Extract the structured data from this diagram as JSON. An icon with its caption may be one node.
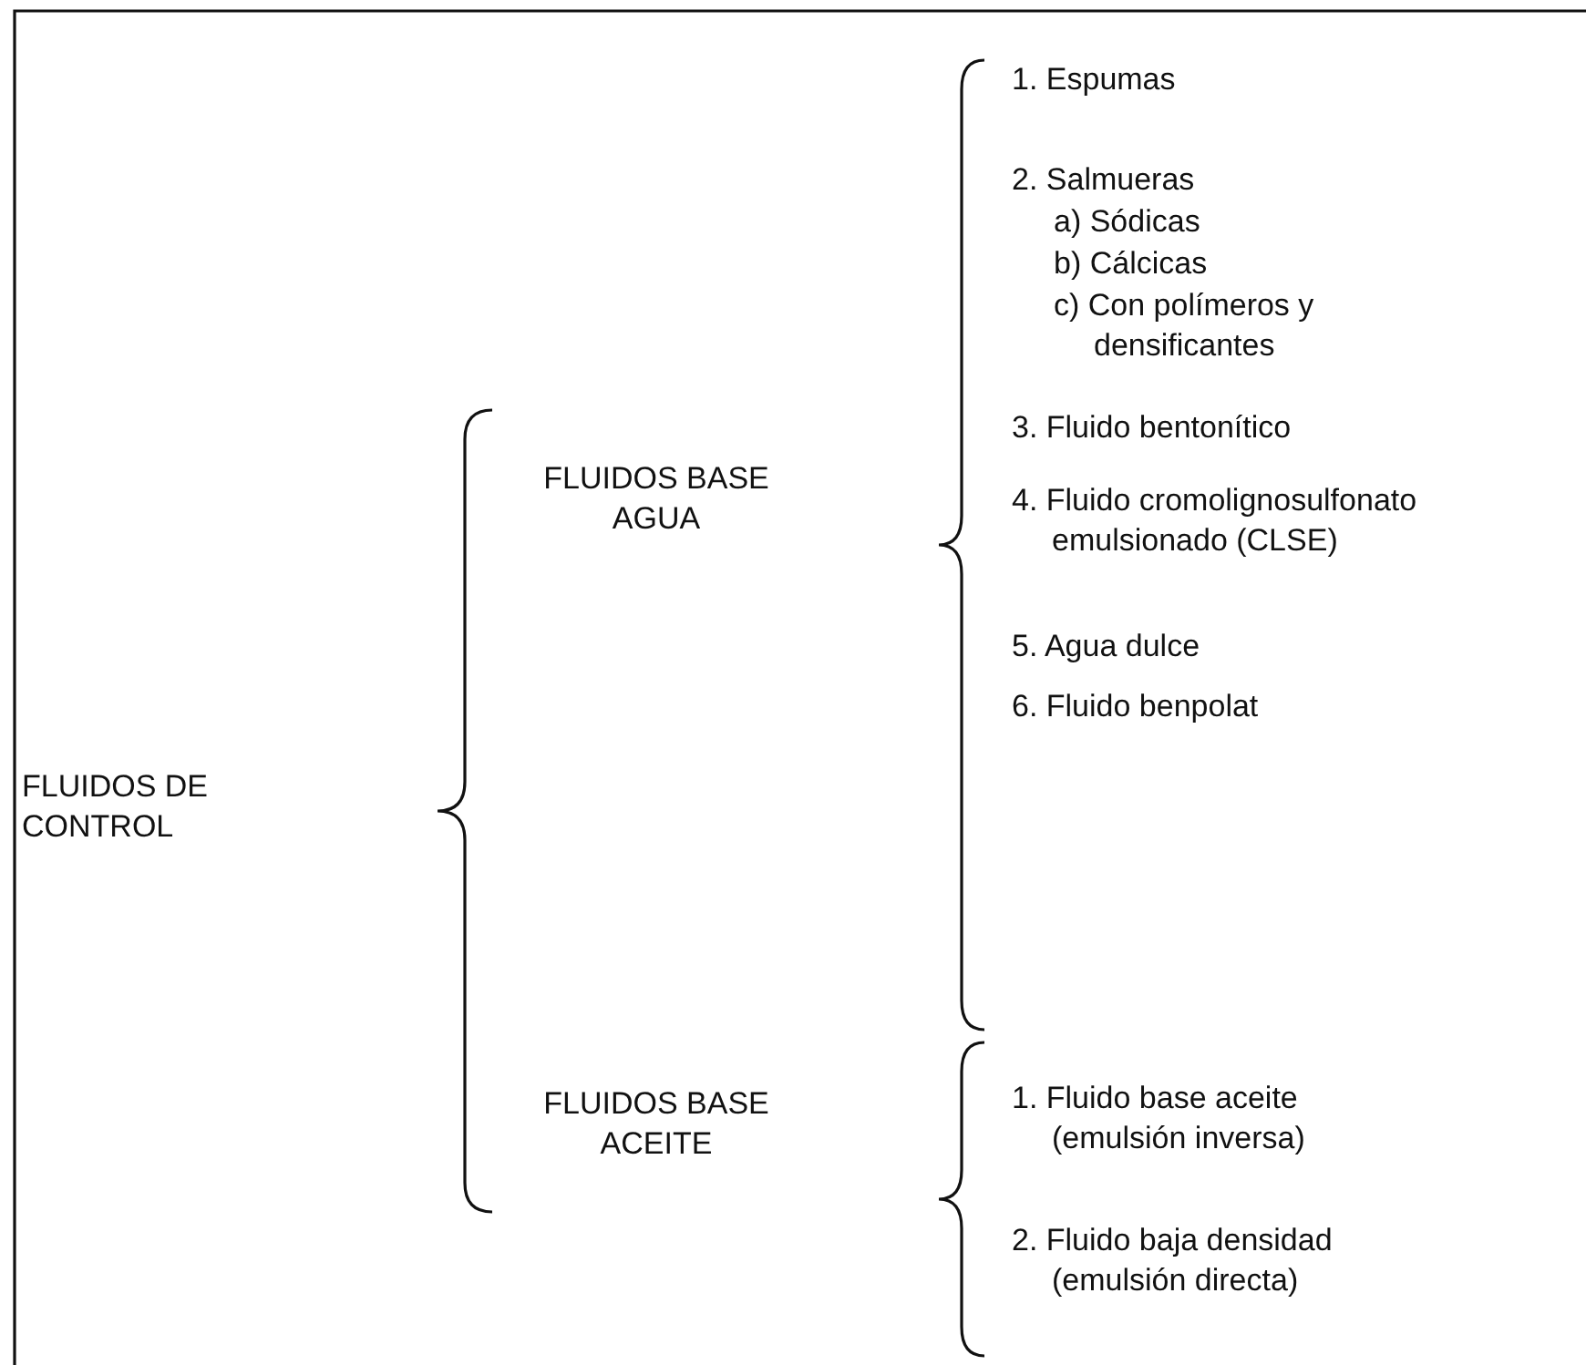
{
  "diagram": {
    "labels": [
      "FLUIDOS DE CONTROL",
      "FLUIDOS BASE AGUA",
      "1. Espumas",
      "2. Salmueras",
      "a) Sódicas",
      "b) Cálcicas",
      "c) Con polímeros y densificantes",
      "3. Fluido bentonítico",
      "4. Fluido cromolignosulfonato emulsionado (CLSE)",
      "5. Agua dulce",
      "6. Fluido benpolat",
      "FLUIDOS BASE ACEITE",
      "1. Fluido base aceite (emulsión inversa)",
      "2. Fluido baja densidad (emulsión directa)"
    ]
  }
}
